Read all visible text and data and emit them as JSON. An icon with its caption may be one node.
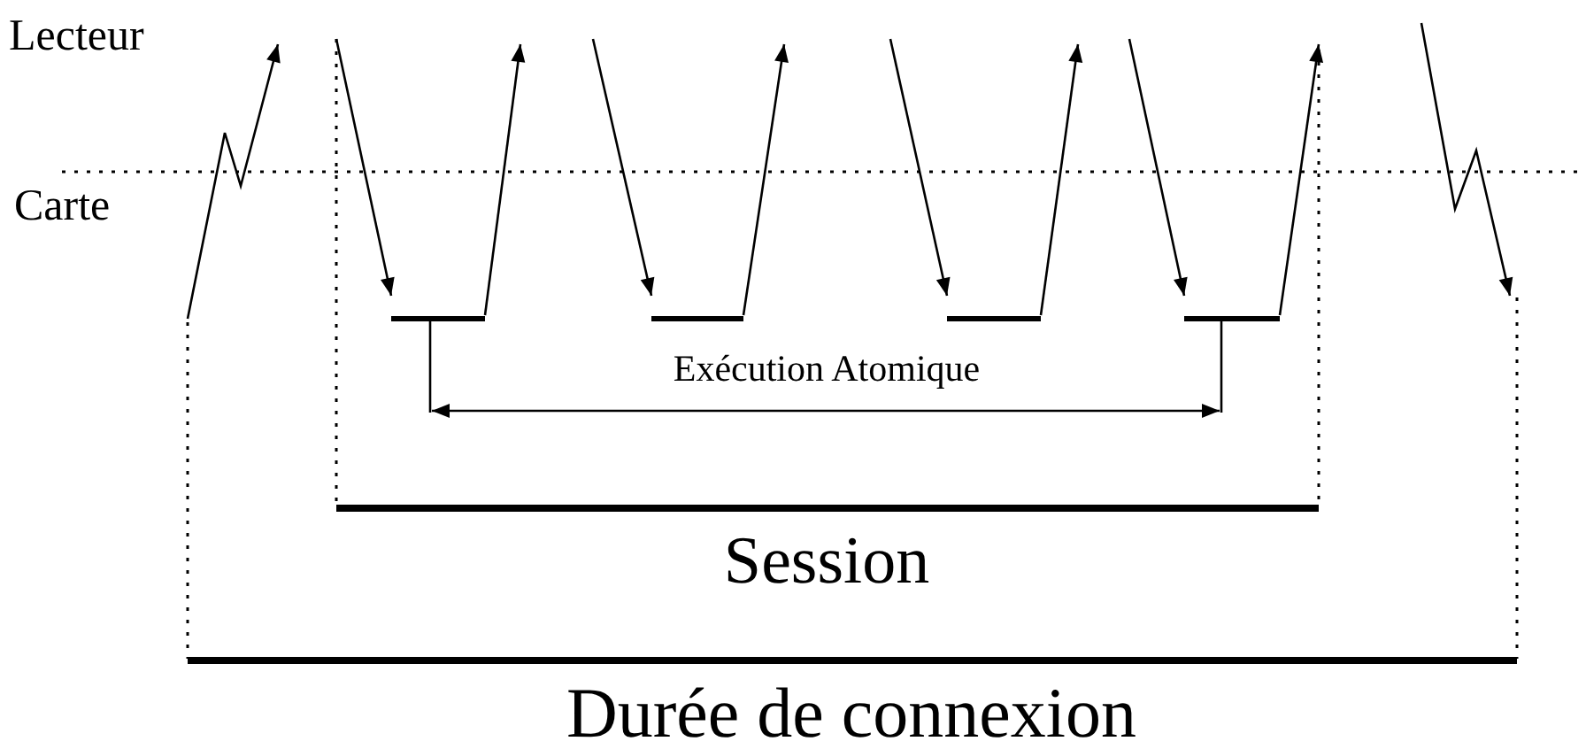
{
  "diagram": {
    "labels": [
      "Lecteur",
      "Carte",
      "Exécution Atomique",
      "Session",
      "Durée de connexion"
    ]
  }
}
